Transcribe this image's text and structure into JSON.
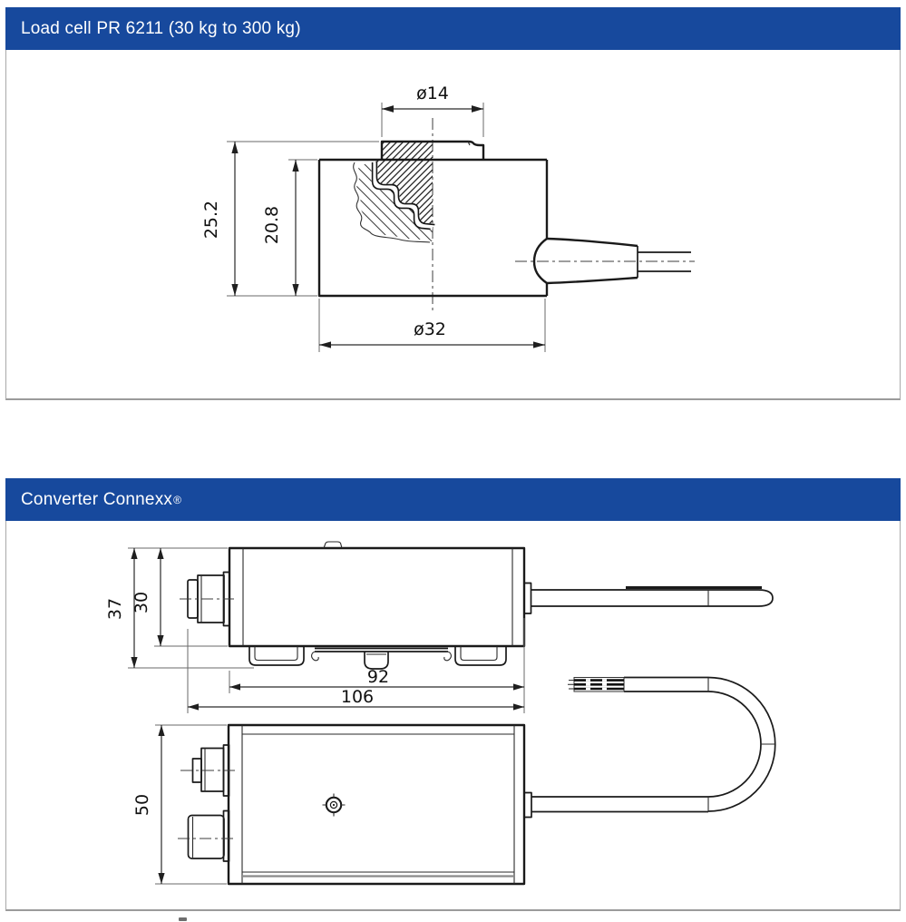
{
  "colors": {
    "header_bg": "#17499d",
    "header_text": "#ffffff",
    "panel_border": "#a9a9a9",
    "drawing_line": "#1a1a1a"
  },
  "panel_load_cell": {
    "title": "Load cell PR 6211 (30 kg to 300 kg)",
    "dims": {
      "boss_diameter": "ø14",
      "overall_height": "25.2",
      "body_height": "20.8",
      "body_diameter": "ø32"
    }
  },
  "panel_converter": {
    "title": "Converter Connexx",
    "registered_mark": "®",
    "dims": {
      "height_with_rail_clip": "37",
      "housing_height": "30",
      "housing_length": "92",
      "overall_length": "106",
      "housing_width": "50"
    }
  }
}
